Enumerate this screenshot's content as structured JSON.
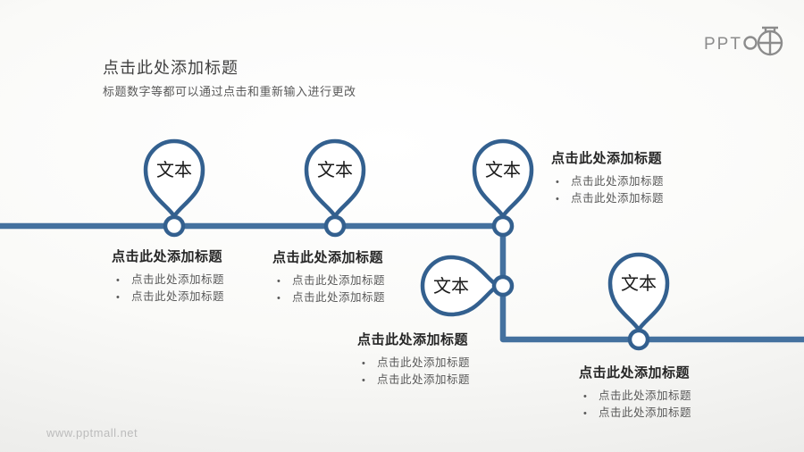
{
  "slide": {
    "header": {
      "title": "点击此处添加标题",
      "subtitle": "标题数字等都可以通过点击和重新输入进行更改"
    },
    "logo": {
      "text": "PPT"
    },
    "watermark": "www.pptmall.net",
    "pin_label": "文本",
    "milestones": [
      {
        "title": "点击此处添加标题",
        "bullets": [
          "点击此处添加标题",
          "点击此处添加标题"
        ]
      },
      {
        "title": "点击此处添加标题",
        "bullets": [
          "点击此处添加标题",
          "点击此处添加标题"
        ]
      },
      {
        "title": "点击此处添加标题",
        "bullets": [
          "点击此处添加标题",
          "点击此处添加标题"
        ]
      },
      {
        "title": "点击此处添加标题",
        "bullets": [
          "点击此处添加标题",
          "点击此处添加标题"
        ]
      },
      {
        "title": "点击此处添加标题",
        "bullets": [
          "点击此处添加标题",
          "点击此处添加标题"
        ]
      }
    ],
    "colors": {
      "timeline-line": "#44719F",
      "marker-stroke": "#33608F",
      "pin-text": "#1a1a1a",
      "title-text": "#262626",
      "body-text": "#595959",
      "watermark-gray": "#bcbcbc",
      "logo-gray": "#8c8c8c"
    }
  }
}
